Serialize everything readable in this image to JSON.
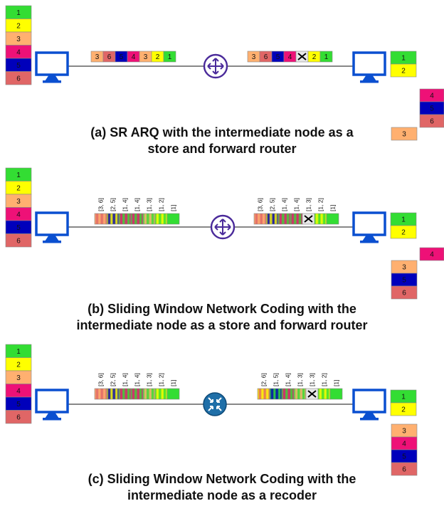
{
  "colors": {
    "1": "#33dd33",
    "2": "#ffff00",
    "3": "#ffb070",
    "4": "#ee1177",
    "5": "#0000bb",
    "6": "#e06666",
    "link": "#888888",
    "node": "#4a2a9a",
    "recoder_fill": "#1f6fa8",
    "pc": "#0a4fd0"
  },
  "panels": [
    {
      "caption_lines": [
        "(a) SR ARQ with the intermediate node as a",
        "store and forward router"
      ],
      "sender_packets": [
        "1",
        "2",
        "3",
        "4",
        "5",
        "6"
      ],
      "router_kind": "router",
      "left_queue": [
        "3",
        "6",
        "5",
        "4",
        "3",
        "2",
        "1"
      ],
      "left_queue_labels": [],
      "right_queue": [
        "3",
        "6",
        "5",
        "4",
        "x",
        "2",
        "1"
      ],
      "right_queue_labels": [],
      "received": [
        "1",
        "2"
      ],
      "pending_top": [
        "4",
        "5",
        "6"
      ],
      "pending_bottom": [
        "3"
      ]
    },
    {
      "caption_lines": [
        "(b) Sliding Window Network Coding with the",
        "intermediate node as a store and forward router"
      ],
      "sender_packets": [
        "1",
        "2",
        "3",
        "4",
        "5",
        "6"
      ],
      "router_kind": "router",
      "left_queue": [
        [
          "3",
          "6"
        ],
        [
          "2",
          "5"
        ],
        [
          "1",
          "4"
        ],
        [
          "1",
          "4"
        ],
        [
          "1",
          "3"
        ],
        [
          "1",
          "2"
        ],
        [
          "1"
        ]
      ],
      "left_queue_labels": [
        "[3, 6]",
        "[2, 5]",
        "[1, 4]",
        "[1, 4]",
        "[1, 3]",
        "[1, 2]",
        "[1]"
      ],
      "right_queue": [
        [
          "3",
          "6"
        ],
        [
          "2",
          "5"
        ],
        [
          "1",
          "4"
        ],
        [
          "1",
          "4"
        ],
        "x",
        [
          "1",
          "2"
        ],
        [
          "1"
        ]
      ],
      "right_queue_labels": [
        "[3, 6]",
        "[2, 5]",
        "[1, 4]",
        "[1, 4]",
        "[1, 3]",
        "[1, 2]",
        "[1]"
      ],
      "received": [
        "1",
        "2"
      ],
      "pending_top": [
        "4"
      ],
      "pending_bottom": [
        "3",
        "5",
        "6"
      ]
    },
    {
      "caption_lines": [
        "(c) Sliding Window Network Coding with the",
        "intermediate node as a recoder"
      ],
      "sender_packets": [
        "1",
        "2",
        "3",
        "4",
        "5",
        "6"
      ],
      "router_kind": "recoder",
      "left_queue": [
        [
          "3",
          "6"
        ],
        [
          "2",
          "5"
        ],
        [
          "1",
          "4"
        ],
        [
          "1",
          "4"
        ],
        [
          "1",
          "3"
        ],
        [
          "1",
          "2"
        ],
        [
          "1"
        ]
      ],
      "left_queue_labels": [
        "[3, 6]",
        "[2, 5]",
        "[1, 4]",
        "[1, 4]",
        "[1, 3]",
        "[1, 2]",
        "[1]"
      ],
      "right_queue": [
        [
          "2",
          "6"
        ],
        [
          "1",
          "5"
        ],
        [
          "1",
          "4"
        ],
        [
          "1",
          "3"
        ],
        "x",
        [
          "1",
          "2"
        ],
        [
          "1"
        ]
      ],
      "right_queue_labels": [
        "[2, 6]",
        "[1, 5]",
        "[1, 4]",
        "[1, 3]",
        "[1, 3]",
        "[1, 2]",
        "[1]"
      ],
      "received": [
        "1",
        "2"
      ],
      "pending_top": [],
      "pending_bottom": [
        "3",
        "4",
        "5",
        "6"
      ]
    }
  ]
}
